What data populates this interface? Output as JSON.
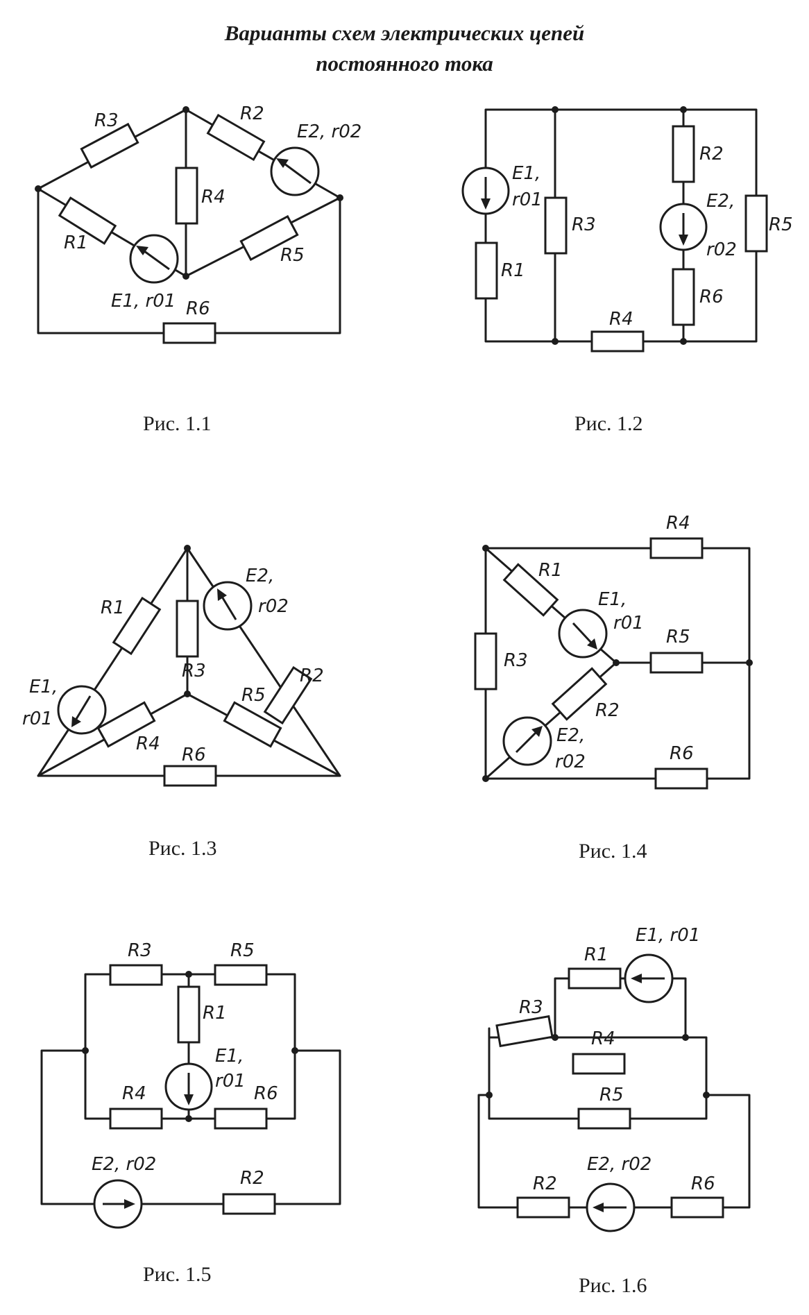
{
  "title": {
    "line1": "Варианты схем электрических цепей",
    "line2": "постоянного тока"
  },
  "figures": [
    {
      "caption": "Рис. 1.1",
      "labels": {
        "R1": "R1",
        "R2": "R2",
        "R3": "R3",
        "R4": "R4",
        "R5": "R5",
        "R6": "R6",
        "E1": "E1, r01",
        "E2": "E2, r02"
      }
    },
    {
      "caption": "Рис. 1.2",
      "labels": {
        "R1": "R1",
        "R2": "R2",
        "R3": "R3",
        "R4": "R4",
        "R5": "R5",
        "R6": "R6",
        "E1a": "E1,",
        "E1b": "r01",
        "E2a": "E2,",
        "E2b": "r02"
      }
    },
    {
      "caption": "Рис. 1.3",
      "labels": {
        "R1": "R1",
        "R2": "R2",
        "R3": "R3",
        "R4": "R4",
        "R5": "R5",
        "R6": "R6",
        "E1a": "E1,",
        "E1b": "r01",
        "E2a": "E2,",
        "E2b": "r02"
      }
    },
    {
      "caption": "Рис. 1.4",
      "labels": {
        "R1": "R1",
        "R2": "R2",
        "R3": "R3",
        "R4": "R4",
        "R5": "R5",
        "R6": "R6",
        "E1a": "E1,",
        "E1b": "r01",
        "E2a": "E2,",
        "E2b": "r02"
      }
    },
    {
      "caption": "Рис. 1.5",
      "labels": {
        "R1": "R1",
        "R2": "R2",
        "R3": "R3",
        "R4": "R4",
        "R5": "R5",
        "R6": "R6",
        "E1a": "E1,",
        "E1b": "r01",
        "E2": "E2, r02"
      }
    },
    {
      "caption": "Рис. 1.6",
      "labels": {
        "R1": "R1",
        "R2": "R2",
        "R3": "R3",
        "R4": "R4",
        "R5": "R5",
        "R6": "R6",
        "E1": "E1, r01",
        "E2": "E2, r02"
      }
    }
  ]
}
